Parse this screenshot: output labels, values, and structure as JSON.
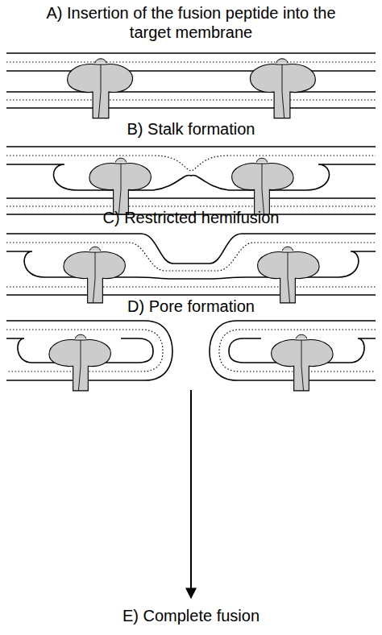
{
  "diagram": {
    "labels": [
      "A) Insertion of the fusion peptide into the target membrane",
      "B) Stalk formation",
      "C) Restricted hemifusion",
      "D) Pore formation",
      "E) Complete fusion"
    ]
  }
}
